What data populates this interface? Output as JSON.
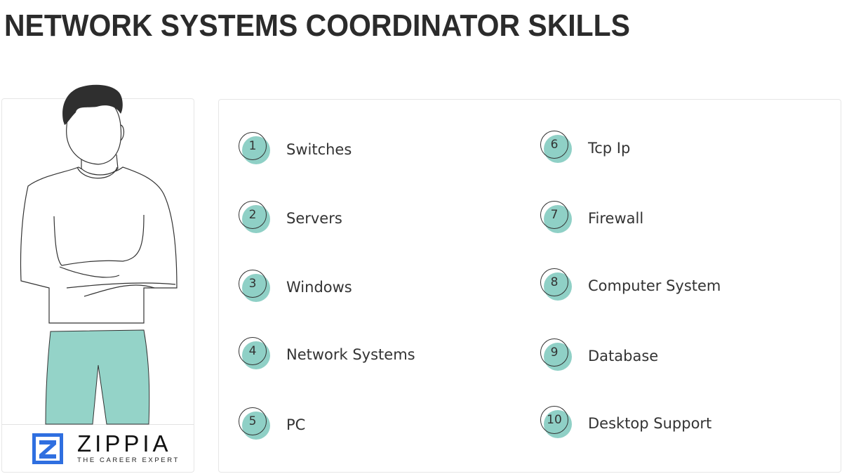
{
  "header": {
    "title": "NETWORK SYSTEMS COORDINATOR SKILLS"
  },
  "brand": {
    "name": "ZIPPIA",
    "tagline": "THE CAREER EXPERT",
    "logo_color": "#2f6fe0"
  },
  "colors": {
    "accent": "#8fd0c6",
    "text": "#333333",
    "title": "#2b2b2b"
  },
  "skills": [
    {
      "num": "1",
      "label": "Switches"
    },
    {
      "num": "2",
      "label": "Servers"
    },
    {
      "num": "3",
      "label": "Windows"
    },
    {
      "num": "4",
      "label": "Network Systems"
    },
    {
      "num": "5",
      "label": "PC"
    },
    {
      "num": "6",
      "label": "Tcp Ip"
    },
    {
      "num": "7",
      "label": "Firewall"
    },
    {
      "num": "8",
      "label": "Computer System"
    },
    {
      "num": "9",
      "label": "Database"
    },
    {
      "num": "10",
      "label": "Desktop Support"
    }
  ]
}
